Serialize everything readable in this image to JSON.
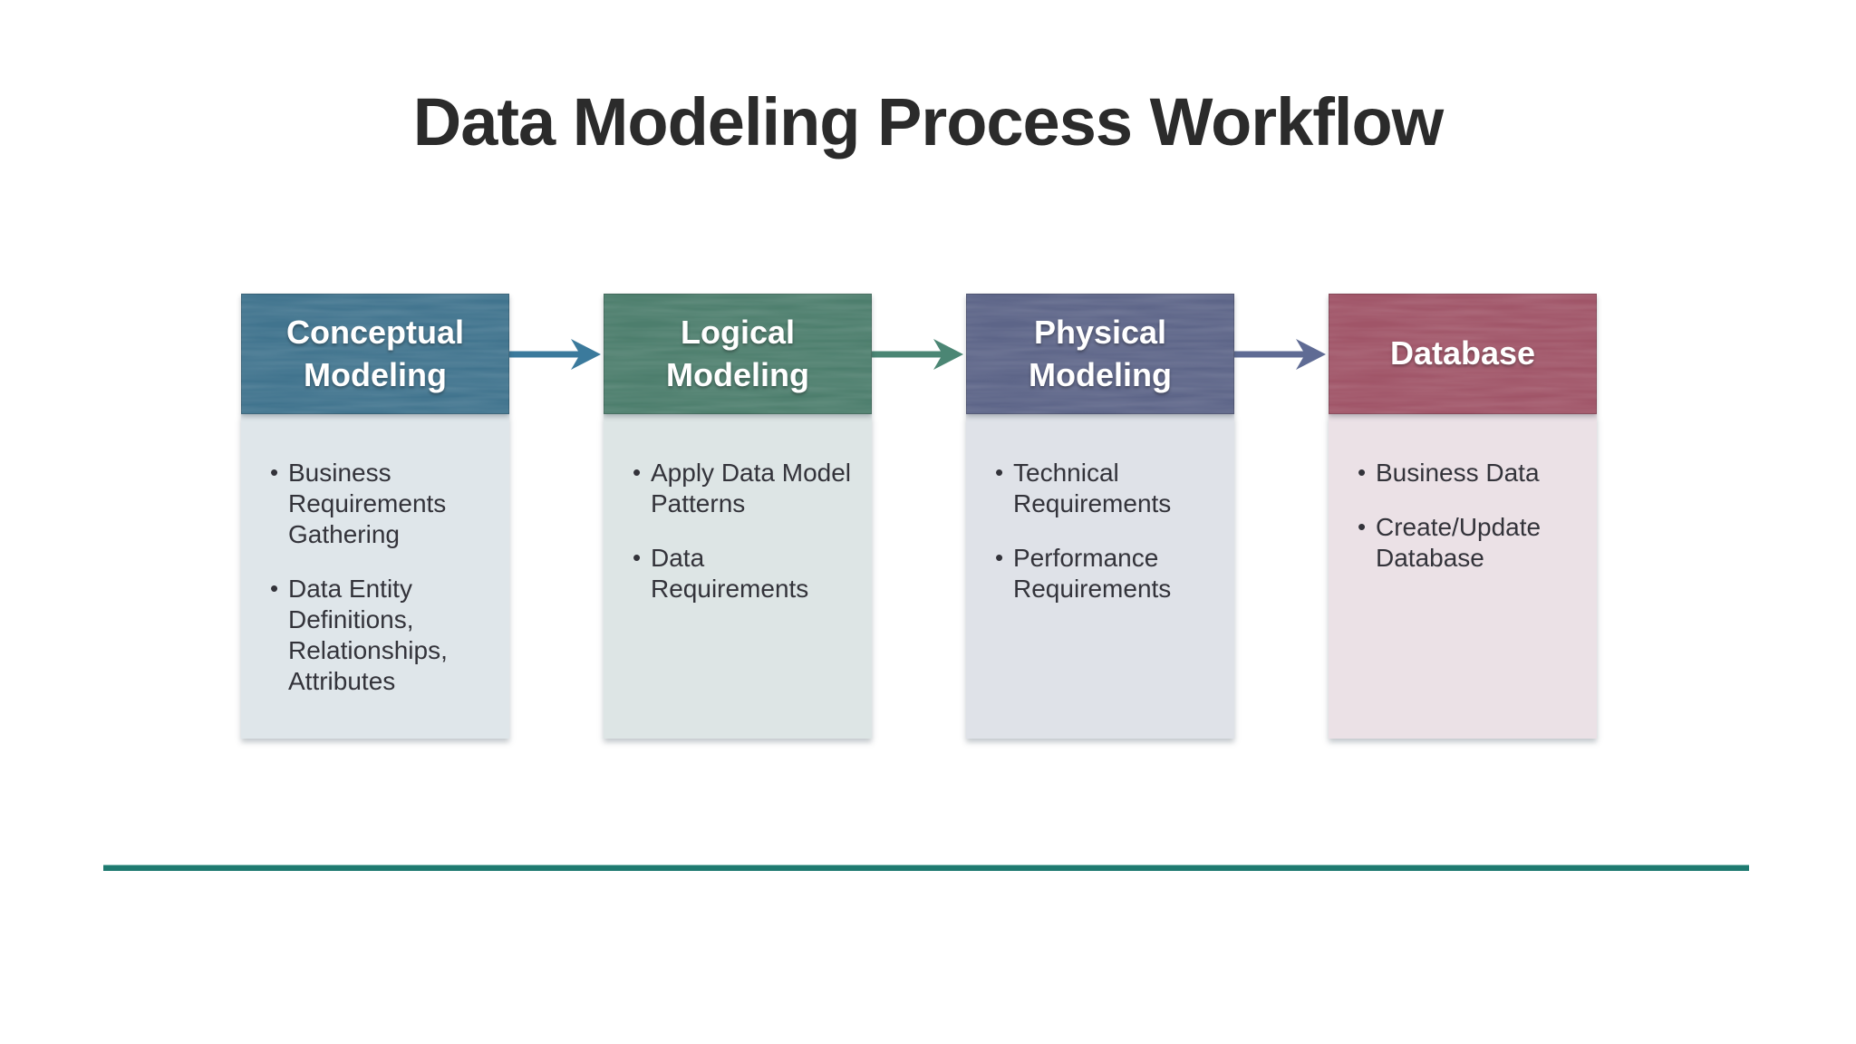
{
  "title": "Data Modeling Process Workflow",
  "stages": [
    {
      "label": "Conceptual Modeling",
      "header_color": "#41748e",
      "body_color": "#dfe6ea",
      "bullets": [
        "Business Requirements Gathering",
        "Data Entity Definitions, Relationships, Attributes"
      ]
    },
    {
      "label": "Logical Modeling",
      "header_color": "#4d7e6d",
      "body_color": "#dde5e5",
      "bullets": [
        "Apply Data Model Patterns",
        "Data Requirements"
      ]
    },
    {
      "label": "Physical Modeling",
      "header_color": "#5d6588",
      "body_color": "#dfe2e8",
      "bullets": [
        "Technical Requirements",
        "Performance Requirements"
      ]
    },
    {
      "label": "Database",
      "header_color": "#a05568",
      "body_color": "#ebe1e6",
      "bullets": [
        "Business Data",
        "Create/Update Database"
      ]
    }
  ],
  "arrows": [
    {
      "color": "#3b7a9c"
    },
    {
      "color": "#4b8674"
    },
    {
      "color": "#5f6b94"
    }
  ],
  "divider_color": "#1e7a70",
  "colors": {
    "title_text": "#2b2b2b",
    "bullet_text": "#33333a",
    "header_text": "#ffffff",
    "background": "#ffffff"
  }
}
